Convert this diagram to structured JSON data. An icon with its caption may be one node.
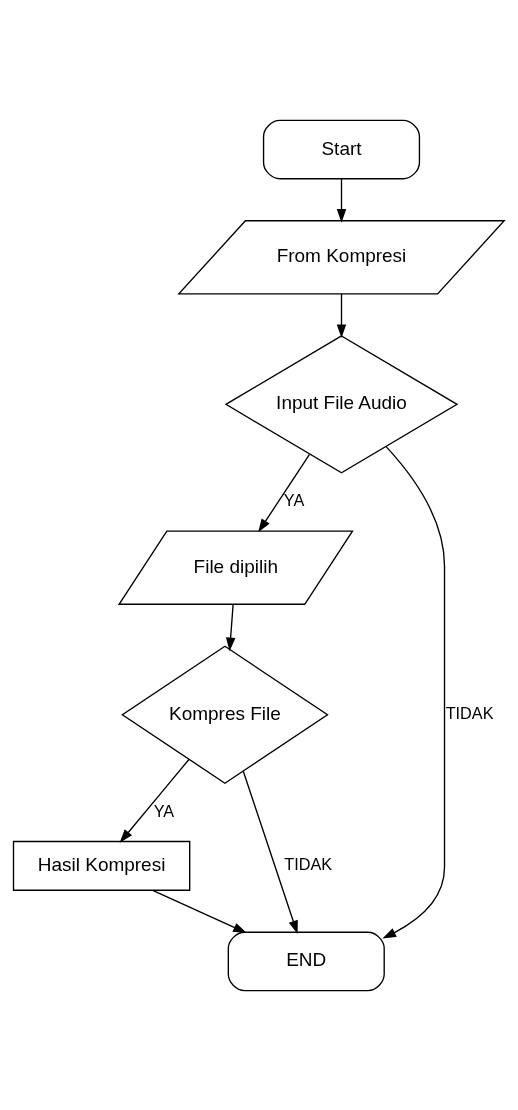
{
  "diagram": {
    "nodes": [
      {
        "text": [
          "Start"
        ]
      },
      {
        "text": [
          "From Kompresi"
        ]
      },
      {
        "text": [
          "Input File Audio"
        ]
      },
      {
        "text": [
          "File dipilih"
        ]
      },
      {
        "text": [
          "Kompres File"
        ]
      },
      {
        "text": [
          "Hasil Kompresi"
        ]
      },
      {
        "text": [
          "END"
        ]
      }
    ],
    "edges": [
      {
        "from": 0,
        "to": 1,
        "arrow": "to"
      },
      {
        "from": 1,
        "to": 2,
        "arrow": "to"
      },
      {
        "from": 2,
        "to": 3,
        "arrow": "to",
        "label": "YA"
      },
      {
        "from": 2,
        "to": 6,
        "arrow": "to",
        "label": "TIDAK"
      },
      {
        "from": 3,
        "to": 4,
        "arrow": "to"
      },
      {
        "from": 4,
        "to": 5,
        "arrow": "to",
        "label": "YA"
      },
      {
        "from": 4,
        "to": 6,
        "arrow": "to",
        "label": "TIDAK"
      },
      {
        "from": 5,
        "to": 6,
        "arrow": "to"
      }
    ]
  }
}
